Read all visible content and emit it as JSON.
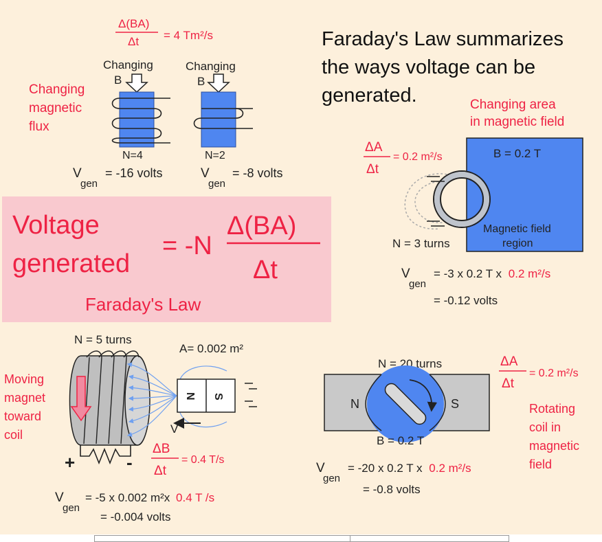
{
  "colors": {
    "background": "#fdf0dc",
    "accent_red": "#ee2244",
    "field_blue": "#4f86f0",
    "formula_box": "#f9c9cf",
    "bar_magnet_gray": "#c9c9c9"
  },
  "headline": {
    "line1": "Faraday's Law summarizes",
    "line2": "the ways voltage can be",
    "line3": "generated."
  },
  "flux": {
    "top_num": "Δ(BA)",
    "top_den": "Δt",
    "top_rhs": "=  4 Tm²/s",
    "side_label": [
      "Changing",
      "magnetic",
      "flux"
    ],
    "left": {
      "changing": "Changing",
      "b": "B",
      "n": "N=4",
      "v": "V",
      "sub": "gen",
      "result": "= -16 volts"
    },
    "right": {
      "changing": "Changing",
      "b": "B",
      "n": "N=2",
      "v": "V",
      "sub": "gen",
      "result": "= -8 volts"
    }
  },
  "law": {
    "word1": "Voltage",
    "word2": "generated",
    "rhs": "= -N",
    "num": "Δ(BA)",
    "den": "Δt",
    "caption": "Faraday's Law"
  },
  "area": {
    "title": [
      "Changing area",
      "in magnetic field"
    ],
    "num": "ΔA",
    "den": "Δt",
    "rate": "= 0.2 m²/s",
    "b_field": "B = 0.2 T",
    "region": [
      "Magnetic field",
      "region"
    ],
    "turns": "N = 3 turns",
    "v": "V",
    "sub": "gen",
    "eq_black": "= -3 x 0.2 T x",
    "eq_red": "0.2 m²/s",
    "result": "= -0.12 volts"
  },
  "magnet": {
    "turns": "N = 5 turns",
    "area": "A= 0.002 m²",
    "side_label": [
      "Moving",
      "magnet",
      "toward",
      "coil"
    ],
    "pole_n": "N",
    "pole_s": "S",
    "velocity": "V",
    "plus": "+",
    "minus": "-",
    "num": "ΔB",
    "den": "Δt",
    "rate": "= 0.4 T/s",
    "v": "V",
    "sub": "gen",
    "eq_black": "= -5 x 0.002 m²x",
    "eq_red": "0.4 T /s",
    "result": "= -0.004 volts"
  },
  "rotating": {
    "turns": "N = 20 turns",
    "pole_n": "N",
    "pole_s": "S",
    "b_field": "B = 0.2 T",
    "num": "ΔA",
    "den": "Δt",
    "rate": "= 0.2 m²/s",
    "side_label": [
      "Rotating",
      "coil in",
      "magnetic",
      "field"
    ],
    "v": "V",
    "sub": "gen",
    "eq_black": "= -20 x 0.2 T x",
    "eq_red": "0.2 m²/s",
    "result": "= -0.8 volts"
  }
}
